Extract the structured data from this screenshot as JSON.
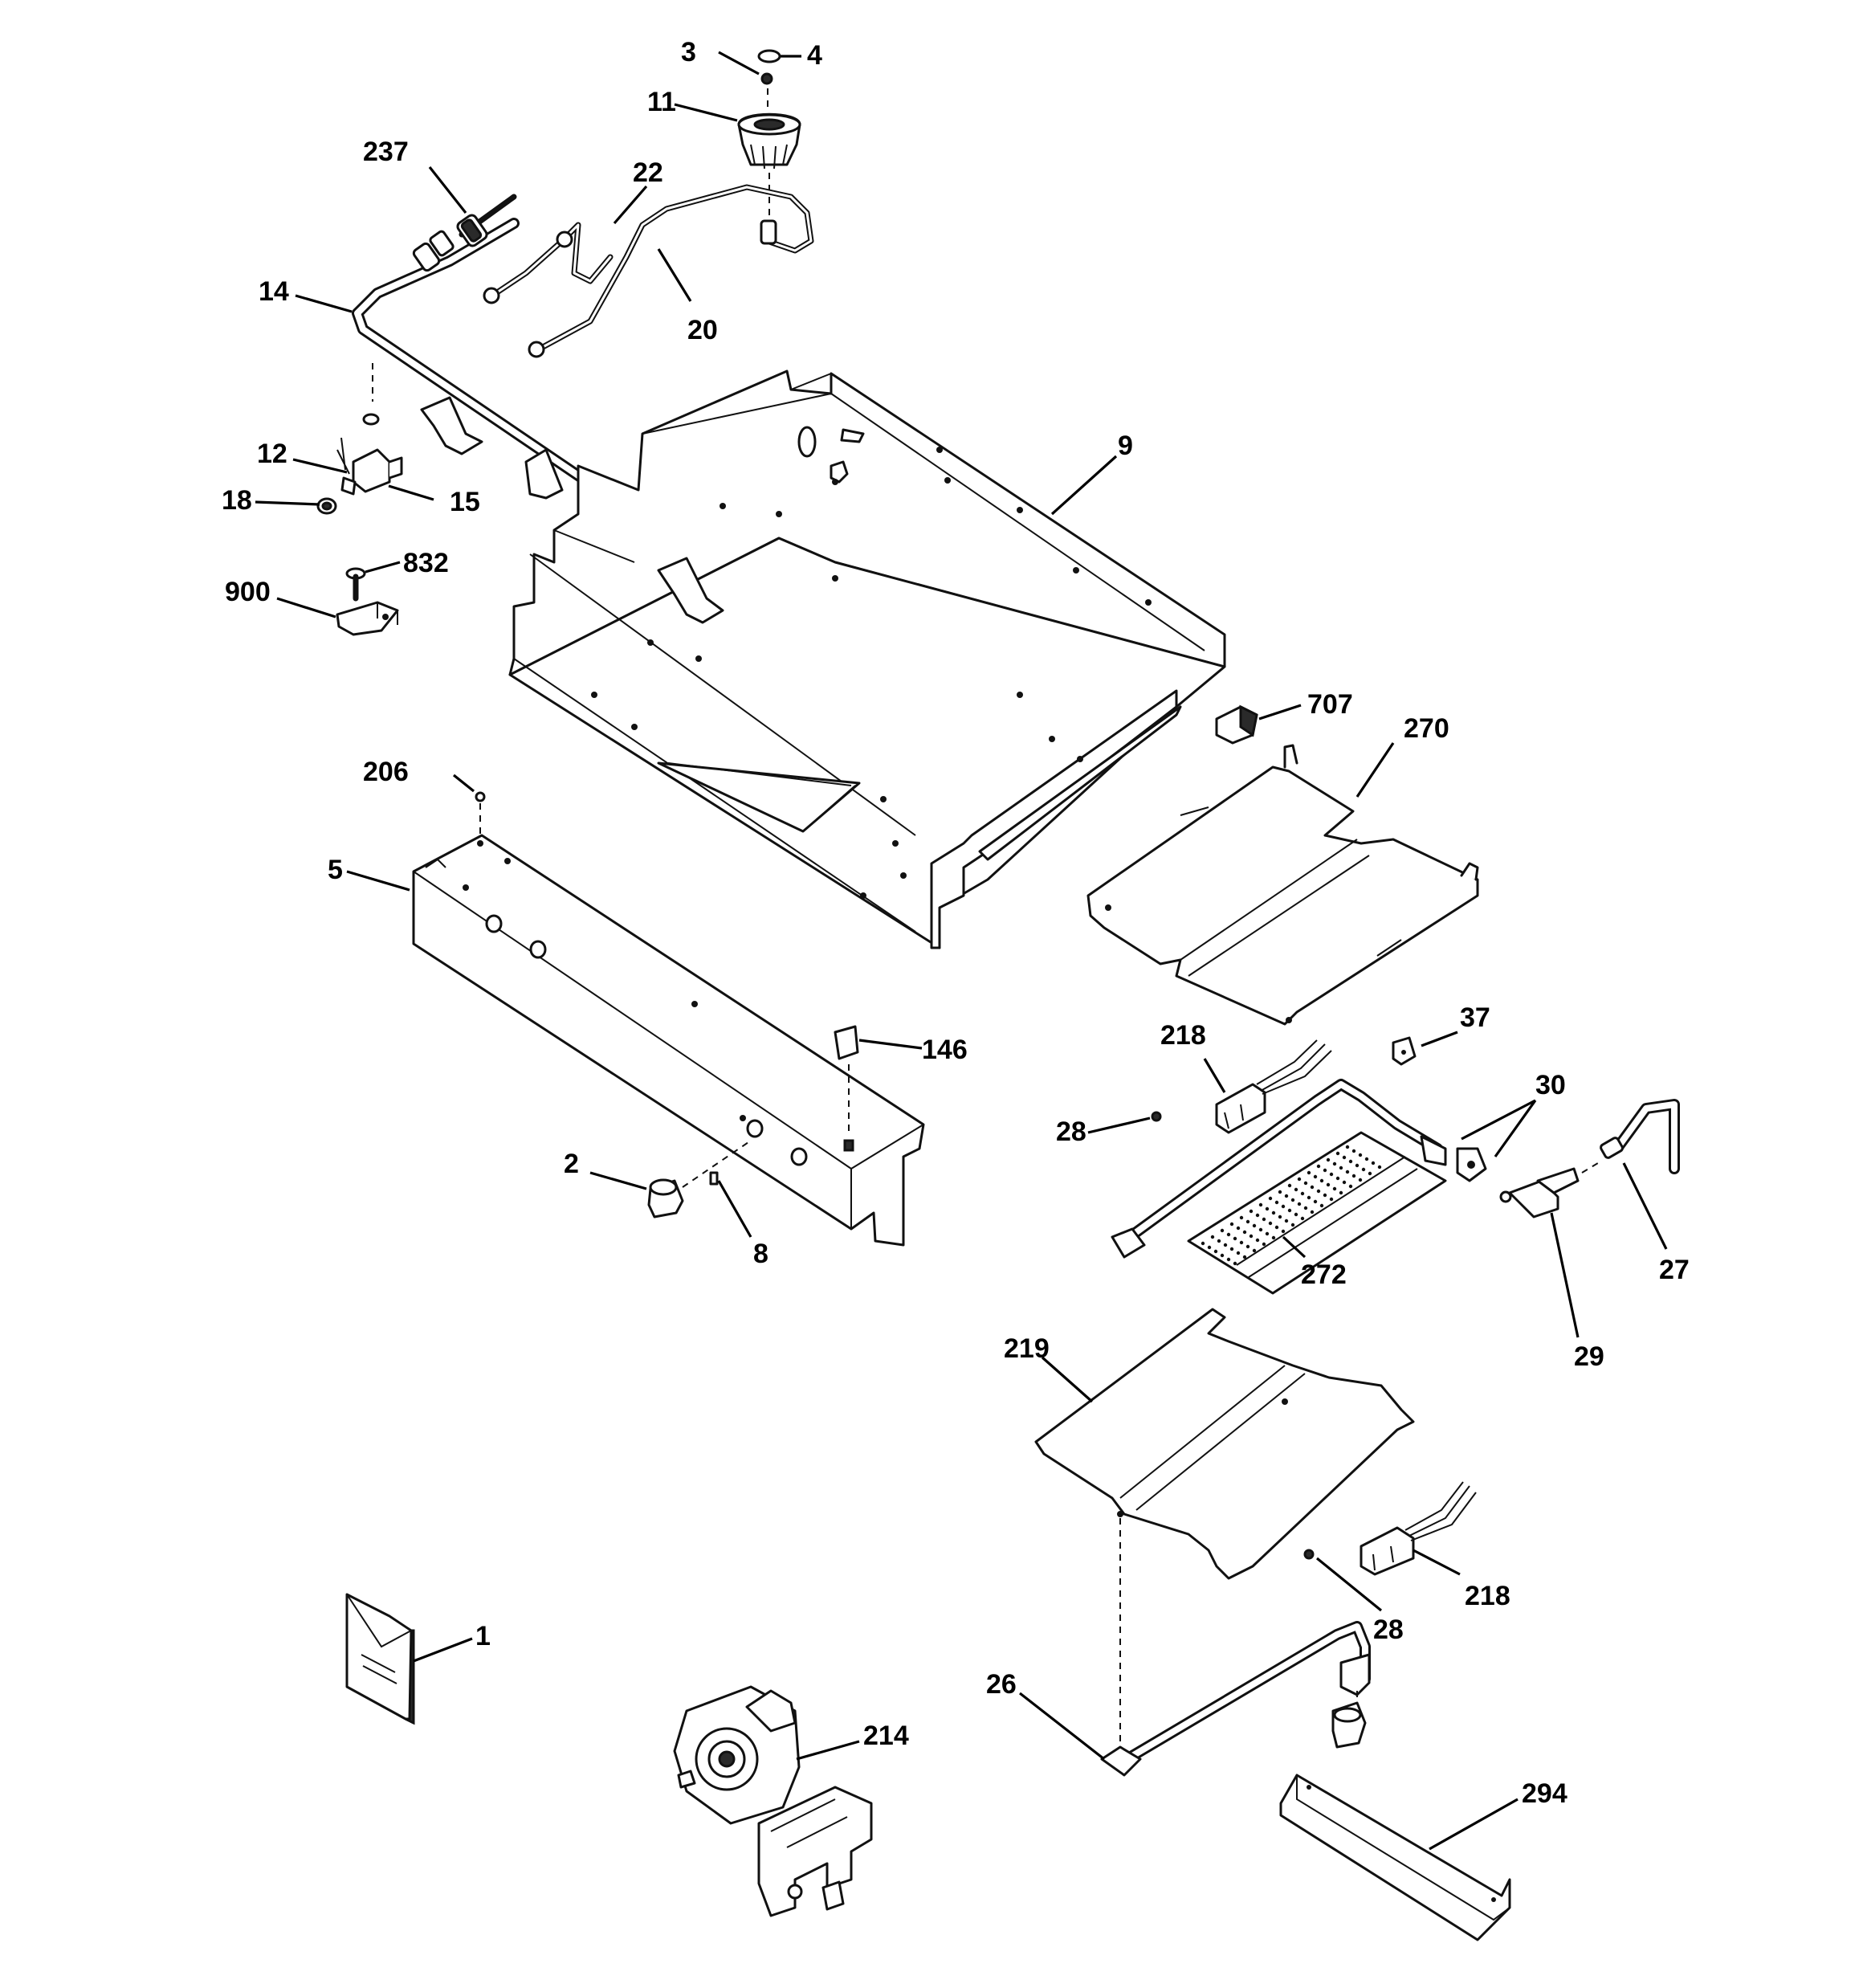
{
  "callouts": {
    "c1": "1",
    "c2": "2",
    "c3": "3",
    "c4": "4",
    "c5": "5",
    "c8": "8",
    "c9": "9",
    "c11": "11",
    "c12": "12",
    "c14": "14",
    "c15": "15",
    "c18": "18",
    "c20": "20",
    "c22": "22",
    "c26": "26",
    "c27": "27",
    "c28a": "28",
    "c28b": "28",
    "c29": "29",
    "c30": "30",
    "c37": "37",
    "c146": "146",
    "c206": "206",
    "c214": "214",
    "c218a": "218",
    "c218b": "218",
    "c219": "219",
    "c237": "237",
    "c270": "270",
    "c272": "272",
    "c294": "294",
    "c707": "707",
    "c832": "832",
    "c900": "900"
  },
  "colors": {
    "ink": "#111111",
    "paper": "#ffffff"
  }
}
